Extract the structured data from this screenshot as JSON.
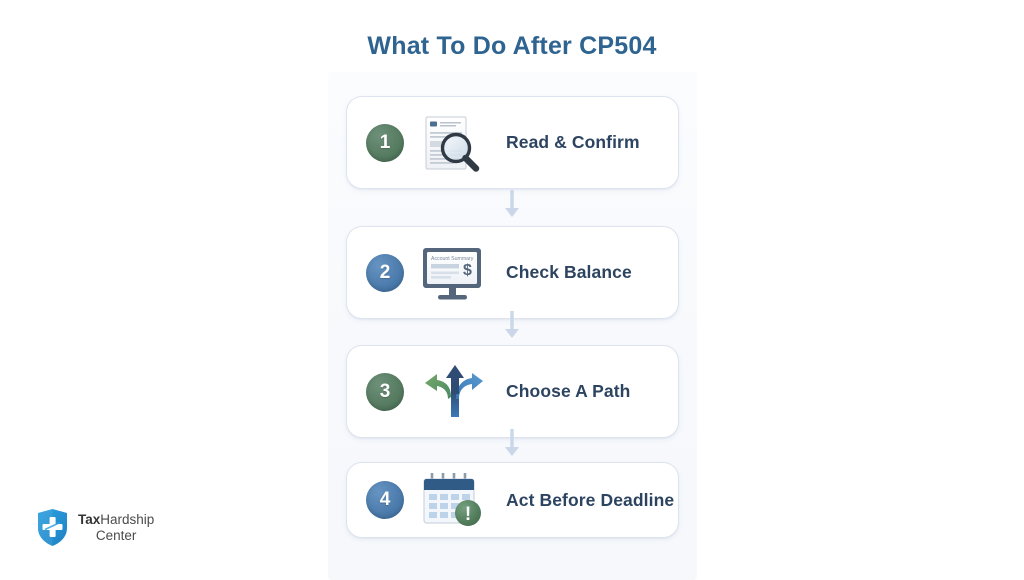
{
  "page": {
    "title": "What To Do After CP504",
    "background_color": "#ffffff",
    "panel_color": "#f7f9fc",
    "title_color": "#2f6490",
    "label_color": "#2d4461",
    "accent_green": "#547a5f",
    "accent_blue": "#4a7aab",
    "connector_color": "#c9d7e9"
  },
  "steps": [
    {
      "number": "1",
      "label": "Read & Confirm",
      "badge_color": "green",
      "icon": "document-magnifier-icon"
    },
    {
      "number": "2",
      "label": "Check Balance",
      "badge_color": "blue",
      "icon": "monitor-dollar-icon",
      "icon_text": {
        "screen_heading": "Account Summary",
        "currency_symbol": "$"
      }
    },
    {
      "number": "3",
      "label": "Choose A Path",
      "badge_color": "green",
      "icon": "three-way-arrow-icon"
    },
    {
      "number": "4",
      "label": "Act Before Deadline",
      "badge_color": "blue",
      "icon": "calendar-alert-icon",
      "icon_text": {
        "alert_symbol": "!"
      }
    }
  ],
  "connectors": [
    {
      "name": "connector-arrow-1-to-2"
    },
    {
      "name": "connector-arrow-2-to-3"
    },
    {
      "name": "connector-arrow-3-to-4"
    }
  ],
  "logo": {
    "line1_bold": "Tax",
    "line1_rest": "Hardship",
    "line2": "Center",
    "shield_color": "#2596d8",
    "mark_symbol": "plus-cross"
  }
}
